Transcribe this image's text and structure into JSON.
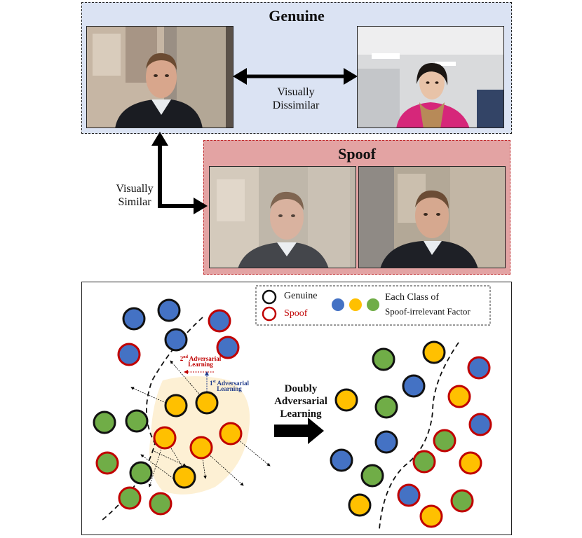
{
  "top": {
    "genuine_title": "Genuine",
    "spoof_title": "Spoof",
    "dissimilar_line1": "Visually",
    "dissimilar_line2": "Dissimilar",
    "similar_line1": "Visually",
    "similar_line2": "Similar"
  },
  "bottom": {
    "legend": {
      "genuine": "Genuine",
      "spoof": "Spoof",
      "factor_line1": "Each Class of",
      "factor_line2": "Spoof-irrelevant Factor"
    },
    "second_adv_line1": "2nd Adversarial",
    "second_adv_line2": "Learning",
    "first_adv_line1": "1st Adversarial",
    "first_adv_line2": "Learning",
    "doubly_line1": "Doubly",
    "doubly_line2": "Adversarial",
    "doubly_line3": "Learning"
  },
  "colors": {
    "blue": "#4472c4",
    "yellow": "#ffc000",
    "green": "#70ad47",
    "genuine_border": "#111111",
    "spoof_border": "#c00000",
    "genuine_panel_bg": "#dbe3f3",
    "spoof_panel_bg": "#e3a3a3"
  }
}
